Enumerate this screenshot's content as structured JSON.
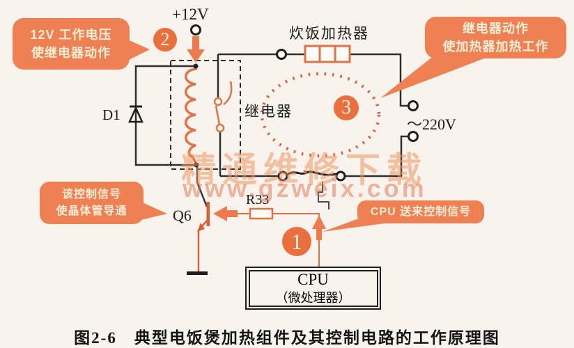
{
  "colors": {
    "background": "#f8f4ed",
    "accent_orange": "#ee8054",
    "deep_orange": "#e9703e",
    "component_orange": "#de7348",
    "wire": "#2f2f2f",
    "watermark_orange": "#eb9660"
  },
  "caption": "图2-6　典型电饭煲加热组件及其控制电路的工作原理图",
  "watermark": {
    "line1": "精通维修下载",
    "line2": "www.gzweix.com"
  },
  "labels": {
    "supply_voltage": "+12V",
    "cook_heater": "炊饭加热器",
    "relay": "继电器",
    "mains_voltage": "～220V",
    "diode": "D1",
    "transistor": "Q6",
    "resistor": "R33",
    "cpu": "CPU",
    "cpu_sub": "（微处理器）"
  },
  "steps": {
    "one": "1",
    "two": "2",
    "three": "3"
  },
  "callouts": {
    "supply": {
      "line1": "12V 工作电压",
      "line2": "使继电器动作"
    },
    "relay": {
      "line1": "继电器动作",
      "line2": "使加热器加热工作"
    },
    "transistor": {
      "line1": "该控制信号",
      "line2": "使晶体管导通"
    },
    "cpu": {
      "line1": "CPU 送来控制信号"
    }
  }
}
